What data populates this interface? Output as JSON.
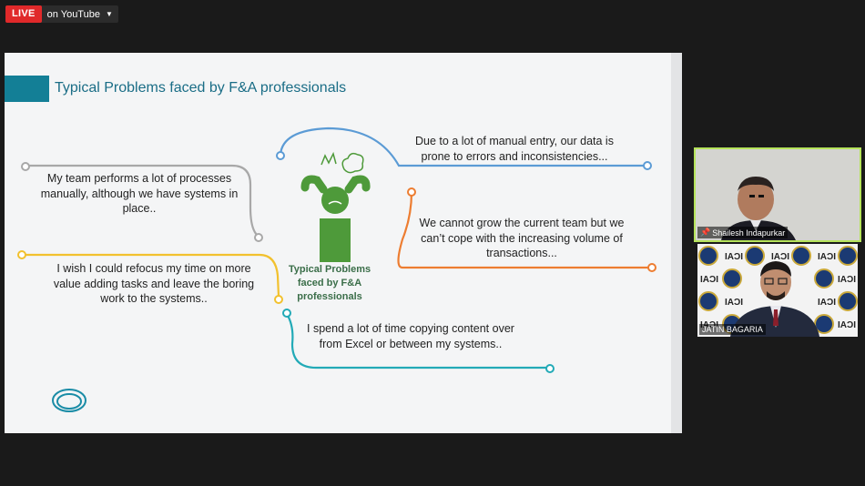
{
  "stream": {
    "live_label": "LIVE",
    "destination": "on YouTube"
  },
  "slide": {
    "title": "Typical Problems faced by F&A professionals",
    "center_label": "Typical Problems faced by F&A professionals",
    "problems": [
      "My team performs a lot of processes manually, although we have systems in place..",
      "Due to a lot of manual entry, our data is prone to errors and inconsistencies...",
      "We cannot grow the current team but we can’t cope with the increasing volume of transactions...",
      "I wish I could refocus my time on more value adding tasks and leave the boring work to the systems..",
      "I spend a lot of time copying content over from Excel or between my systems.."
    ]
  },
  "participants": [
    {
      "name": "Shailesh Indapurkar"
    },
    {
      "name": "JATIN BAGARIA"
    }
  ],
  "colors": {
    "accent": "#137f96",
    "grey_line": "#a8a8a8",
    "blue_line": "#5b9bd5",
    "orange_line": "#ed7d31",
    "yellow_line": "#f2c12e",
    "teal_line": "#22aab7",
    "icon_green": "#4e9a3a",
    "speaker_border": "#b5e35a"
  }
}
